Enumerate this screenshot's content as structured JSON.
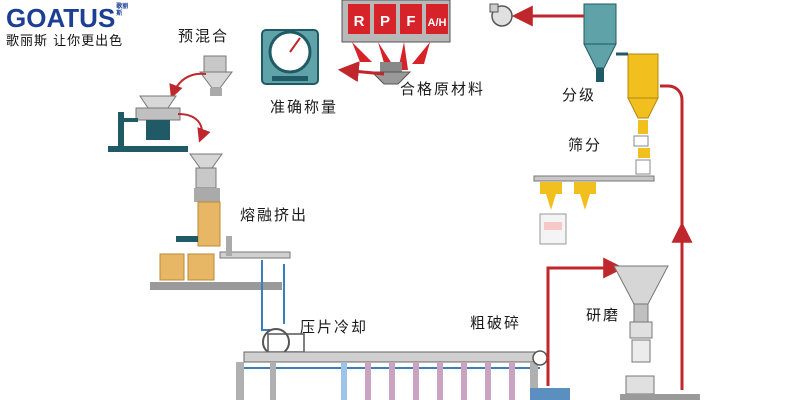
{
  "brand": {
    "logo_text": "GOATUS",
    "logo_small_1": "歌丽",
    "logo_small_2": "斯",
    "slogan": "歌丽斯 让你更出色",
    "color": "#1c3f94"
  },
  "hopper_letters": [
    "R",
    "P",
    "F",
    "A/H"
  ],
  "steps": {
    "premix": "预混合",
    "weigh": "准确称量",
    "raw": "合格原材料",
    "extrude": "熔融挤出",
    "press_cool": "压片冷却",
    "crush": "粗破碎",
    "grind": "研磨",
    "classify": "分级",
    "sieve": "筛分"
  },
  "colors": {
    "arrow_red": "#c0272d",
    "line_blue": "#3a7ec0",
    "machine_yellow": "#f2c01e",
    "machine_gray": "#c8c8c8",
    "machine_teal": "#5fa3a8",
    "dark_teal": "#1f5a66",
    "extruder_tan": "#e7b766"
  }
}
